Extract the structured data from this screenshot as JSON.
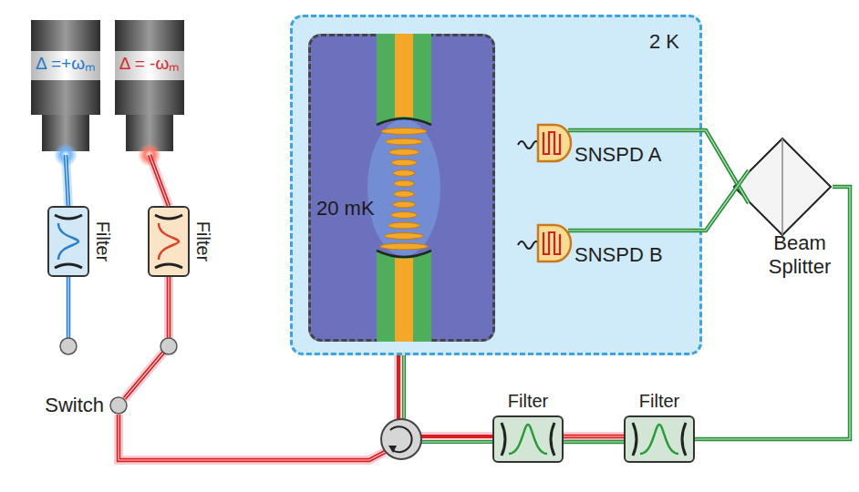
{
  "diagram": {
    "nodes": [
      {
        "text": [
          "2 K"
        ]
      },
      {
        "text": [
          "20 mK"
        ],
        "in": 0
      },
      {
        "text": [
          "SNSPD A"
        ],
        "in": 0
      },
      {
        "text": [
          "SNSPD B"
        ],
        "in": 0
      },
      {
        "text": [
          "Δ =+ωₘ"
        ]
      },
      {
        "text": [
          "Δ = -ωₘ"
        ]
      },
      {
        "text": [
          "Filter"
        ]
      },
      {
        "text": [
          "Filter"
        ]
      },
      {
        "text": [
          "Switch"
        ]
      },
      {
        "text": [
          "Filter"
        ]
      },
      {
        "text": [
          "Filter"
        ]
      },
      {
        "text": [
          "Beam Splitter"
        ]
      }
    ],
    "edges": [
      {
        "from": 4,
        "to": 6,
        "arrow": "none"
      },
      {
        "from": 5,
        "to": 7,
        "arrow": "none"
      },
      {
        "from": 7,
        "to": 8,
        "arrow": "none"
      },
      {
        "from": 9,
        "to": 10,
        "arrow": "none"
      },
      {
        "from": 10,
        "to": 11,
        "arrow": "none"
      },
      {
        "from": 11,
        "to": 2,
        "arrow": "none"
      },
      {
        "from": 11,
        "to": 3,
        "arrow": "none"
      }
    ]
  }
}
